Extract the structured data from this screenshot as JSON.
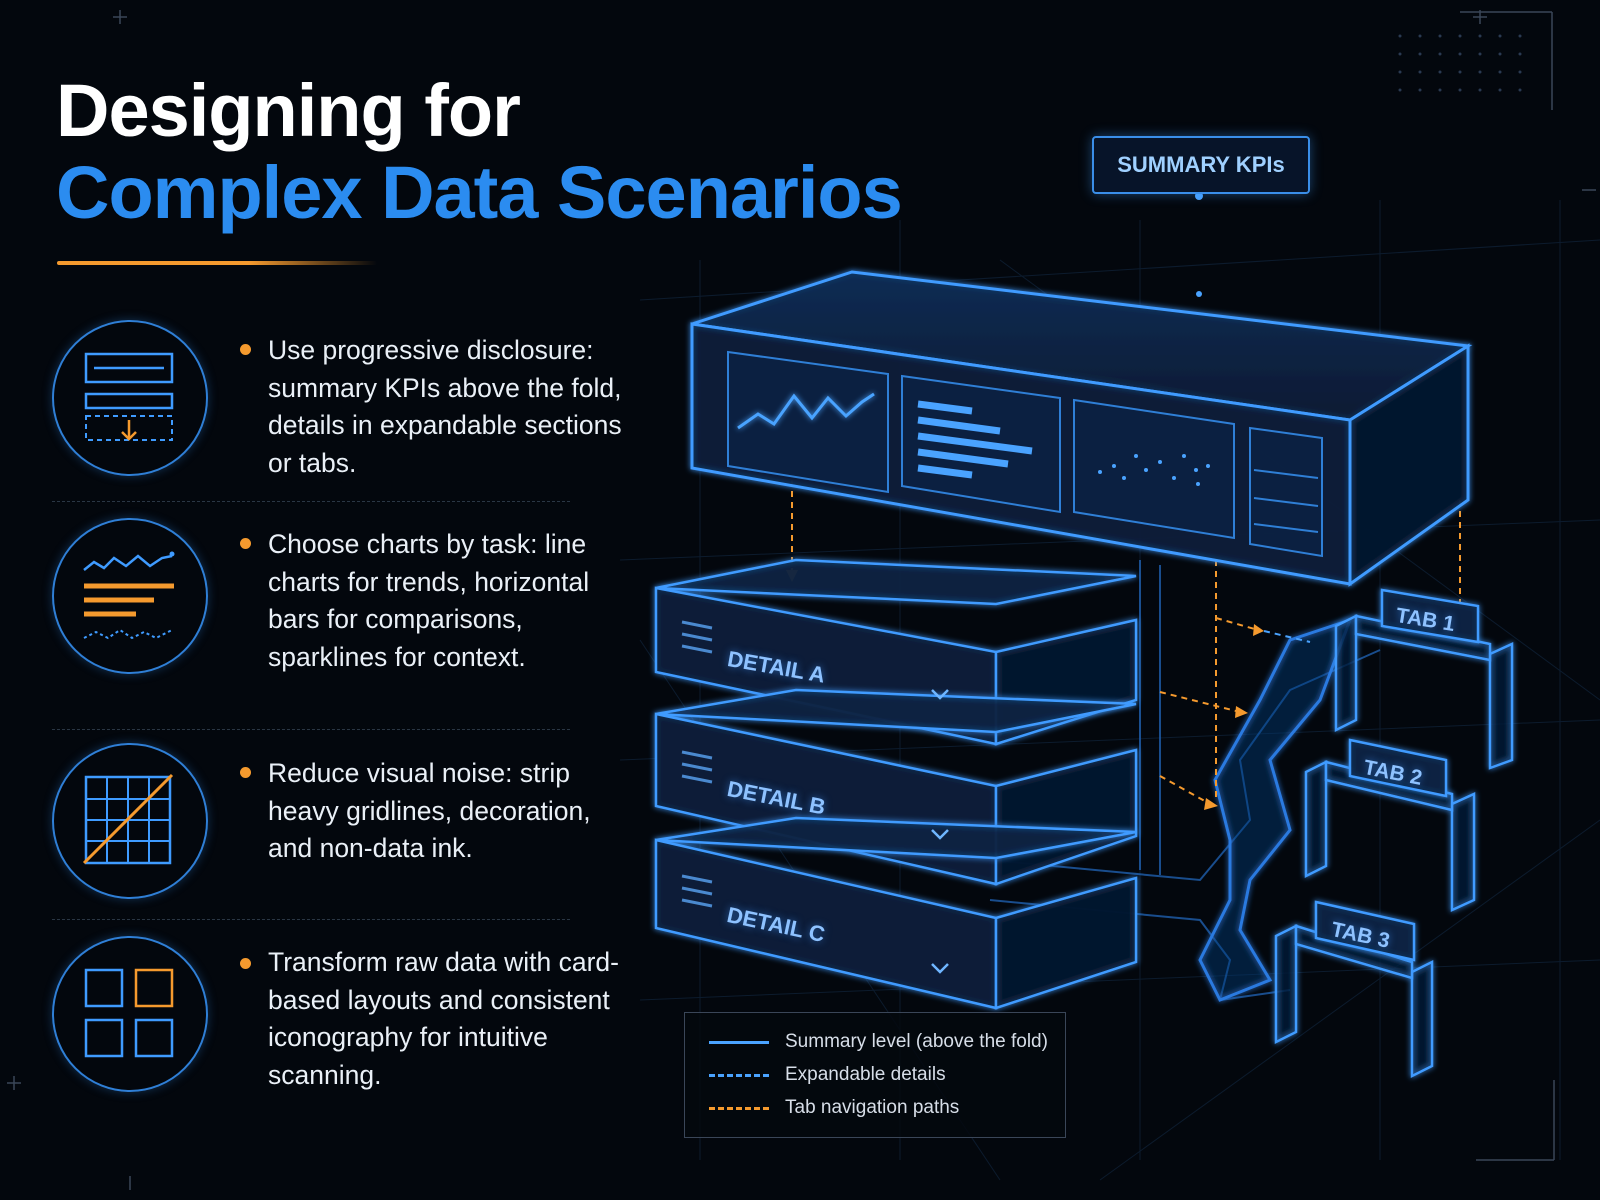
{
  "title": {
    "line1": "Designing for",
    "line2": "Complex Data Scenarios"
  },
  "points": [
    {
      "icon": "progressive-disclosure-icon",
      "text": "Use progressive disclosure: summary KPIs above the fold, details in expandable sections or tabs."
    },
    {
      "icon": "chart-types-icon",
      "text": "Choose charts by task: line charts for trends, horizontal bars for comparisons, sparklines for context."
    },
    {
      "icon": "grid-strike-icon",
      "text": "Reduce visual noise: strip heavy gridlines, decoration, and non-data ink."
    },
    {
      "icon": "cards-grid-icon",
      "text": "Transform raw data with card-based layouts and consistent iconography for intuitive scanning."
    }
  ],
  "diagram": {
    "summary_label": "SUMMARY KPIs",
    "details": [
      "DETAIL A",
      "DETAIL B",
      "DETAIL C"
    ],
    "tabs": [
      "TAB 1",
      "TAB 2",
      "TAB 3"
    ]
  },
  "legend": [
    {
      "style": "solid",
      "color": "#4aa3ff",
      "label": "Summary level (above the fold)"
    },
    {
      "style": "dashed",
      "color": "#4aa3ff",
      "label": "Expandable details"
    },
    {
      "style": "dashed",
      "color": "#f59a2e",
      "label": "Tab navigation paths"
    }
  ],
  "colors": {
    "accent_blue": "#2b8cf0",
    "accent_orange": "#f59a2e",
    "background": "#03070d"
  }
}
